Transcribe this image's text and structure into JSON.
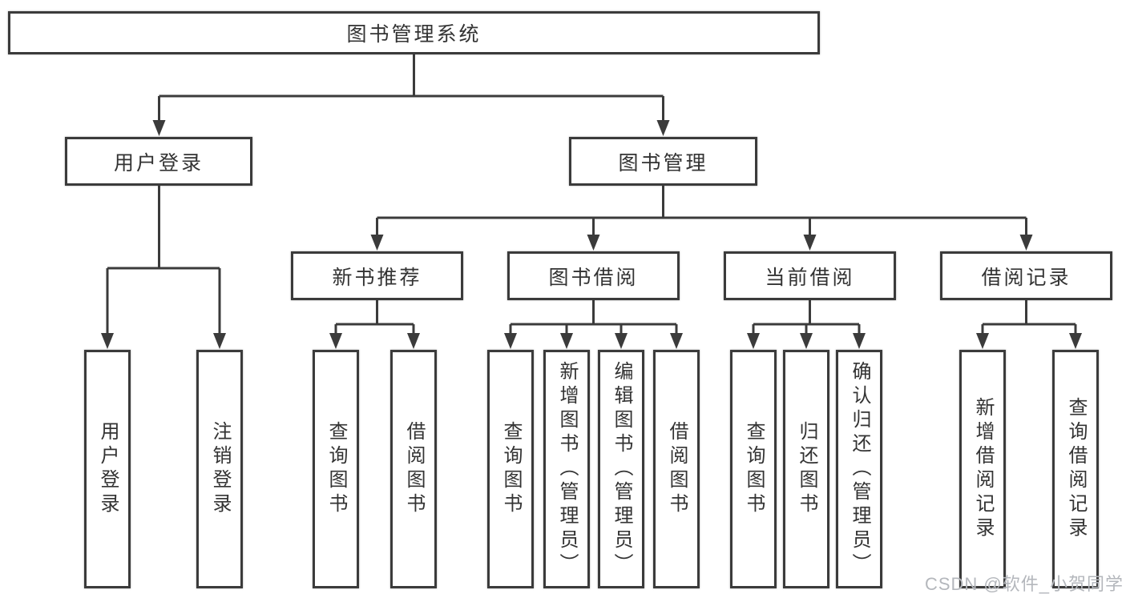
{
  "diagram": {
    "root": {
      "label": "图书管理系统",
      "children": [
        {
          "label": "用户登录",
          "children": [
            {
              "label": "用户登录"
            },
            {
              "label": "注销登录"
            }
          ]
        },
        {
          "label": "图书管理",
          "children": [
            {
              "label": "新书推荐",
              "children": [
                {
                  "label": "查询图书"
                },
                {
                  "label": "借阅图书"
                }
              ]
            },
            {
              "label": "图书借阅",
              "children": [
                {
                  "label": "查询图书"
                },
                {
                  "label": "新增图书（管理员）"
                },
                {
                  "label": "编辑图书（管理员）"
                },
                {
                  "label": "借阅图书"
                }
              ]
            },
            {
              "label": "当前借阅",
              "children": [
                {
                  "label": "查询图书"
                },
                {
                  "label": "归还图书"
                },
                {
                  "label": "确认归还（管理员）"
                }
              ]
            },
            {
              "label": "借阅记录",
              "children": [
                {
                  "label": "新增借阅记录"
                },
                {
                  "label": "查询借阅记录"
                }
              ]
            }
          ]
        }
      ]
    }
  },
  "watermark": {
    "text": "CSDN @软件_小贺同学"
  },
  "colors": {
    "line": "#3b3b3b",
    "box_border": "#3b3b3b",
    "text": "#333333",
    "watermark_text": "#b4b7bc",
    "background": "#ffffff"
  }
}
